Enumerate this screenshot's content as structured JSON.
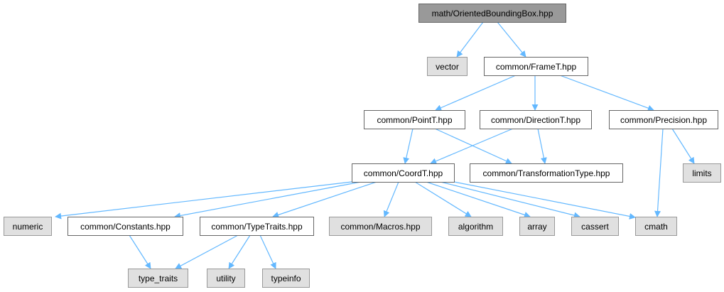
{
  "graph": {
    "colors": {
      "edge": "#63b8ff",
      "root_fill": "#999999",
      "root_stroke": "#666666",
      "doc_fill": "#ffffff",
      "doc_stroke": "#666666",
      "ext_fill": "#e0e0e0",
      "ext_stroke": "#999999"
    },
    "nodes": [
      {
        "id": "root",
        "label": "math/OrientedBoundingBox.hpp",
        "kind": "root"
      },
      {
        "id": "vector",
        "label": "vector",
        "kind": "external"
      },
      {
        "id": "frame",
        "label": "common/FrameT.hpp",
        "kind": "document"
      },
      {
        "id": "point",
        "label": "common/PointT.hpp",
        "kind": "document"
      },
      {
        "id": "direction",
        "label": "common/DirectionT.hpp",
        "kind": "document"
      },
      {
        "id": "precision",
        "label": "common/Precision.hpp",
        "kind": "document"
      },
      {
        "id": "coord",
        "label": "common/CoordT.hpp",
        "kind": "document"
      },
      {
        "id": "transformation",
        "label": "common/TransformationType.hpp",
        "kind": "document"
      },
      {
        "id": "limits",
        "label": "limits",
        "kind": "external"
      },
      {
        "id": "numeric",
        "label": "numeric",
        "kind": "external"
      },
      {
        "id": "constants",
        "label": "common/Constants.hpp",
        "kind": "document"
      },
      {
        "id": "typetraits",
        "label": "common/TypeTraits.hpp",
        "kind": "document"
      },
      {
        "id": "macros",
        "label": "common/Macros.hpp",
        "kind": "external"
      },
      {
        "id": "algorithm",
        "label": "algorithm",
        "kind": "external"
      },
      {
        "id": "array",
        "label": "array",
        "kind": "external"
      },
      {
        "id": "cassert",
        "label": "cassert",
        "kind": "external"
      },
      {
        "id": "cmath",
        "label": "cmath",
        "kind": "external"
      },
      {
        "id": "type_traits",
        "label": "type_traits",
        "kind": "external"
      },
      {
        "id": "utility",
        "label": "utility",
        "kind": "external"
      },
      {
        "id": "typeinfo",
        "label": "typeinfo",
        "kind": "external"
      }
    ],
    "edges": [
      {
        "from": "root",
        "to": "vector"
      },
      {
        "from": "root",
        "to": "frame"
      },
      {
        "from": "frame",
        "to": "point"
      },
      {
        "from": "frame",
        "to": "direction"
      },
      {
        "from": "frame",
        "to": "precision"
      },
      {
        "from": "point",
        "to": "coord"
      },
      {
        "from": "point",
        "to": "transformation"
      },
      {
        "from": "direction",
        "to": "coord"
      },
      {
        "from": "direction",
        "to": "transformation"
      },
      {
        "from": "precision",
        "to": "cmath"
      },
      {
        "from": "precision",
        "to": "limits"
      },
      {
        "from": "coord",
        "to": "numeric"
      },
      {
        "from": "coord",
        "to": "constants"
      },
      {
        "from": "coord",
        "to": "typetraits"
      },
      {
        "from": "coord",
        "to": "macros"
      },
      {
        "from": "coord",
        "to": "algorithm"
      },
      {
        "from": "coord",
        "to": "array"
      },
      {
        "from": "coord",
        "to": "cassert"
      },
      {
        "from": "coord",
        "to": "cmath"
      },
      {
        "from": "constants",
        "to": "type_traits"
      },
      {
        "from": "typetraits",
        "to": "type_traits"
      },
      {
        "from": "typetraits",
        "to": "utility"
      },
      {
        "from": "typetraits",
        "to": "typeinfo"
      }
    ]
  }
}
